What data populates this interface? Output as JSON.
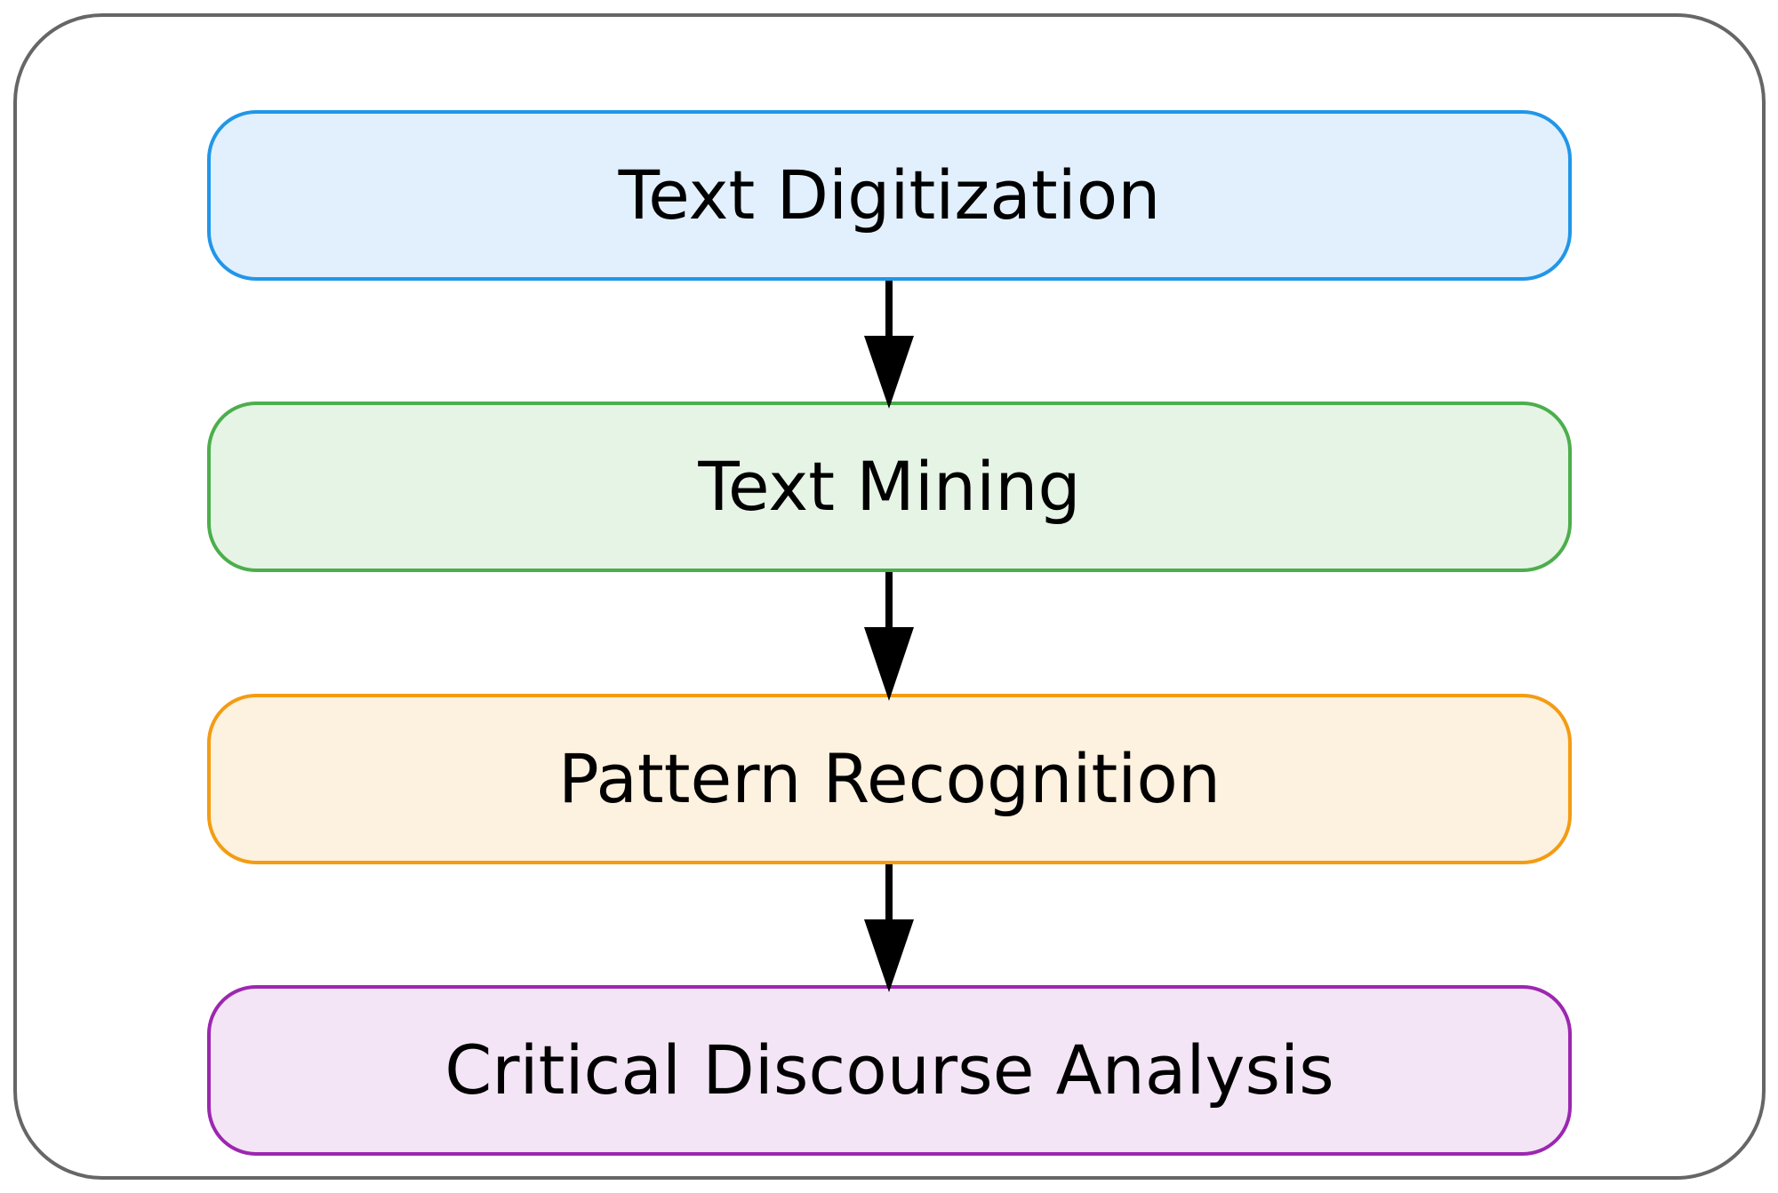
{
  "diagram": {
    "type": "flowchart",
    "direction": "top-to-bottom",
    "frame_color": "#666666",
    "nodes": [
      {
        "label": "Text Digitization",
        "fill": "#e1f0fc",
        "border": "#2196e8"
      },
      {
        "label": "Text Mining",
        "fill": "#e6f4e6",
        "border": "#4cae4c"
      },
      {
        "label": "Pattern Recognition",
        "fill": "#fdf1df",
        "border": "#f39c12"
      },
      {
        "label": "Critical Discourse Analysis",
        "fill": "#f3e5f5",
        "border": "#9c27b0"
      }
    ],
    "edges": [
      {
        "from": "Text Digitization",
        "to": "Text Mining"
      },
      {
        "from": "Text Mining",
        "to": "Pattern Recognition"
      },
      {
        "from": "Pattern Recognition",
        "to": "Critical Discourse Analysis"
      }
    ],
    "arrow_color": "#000000"
  }
}
